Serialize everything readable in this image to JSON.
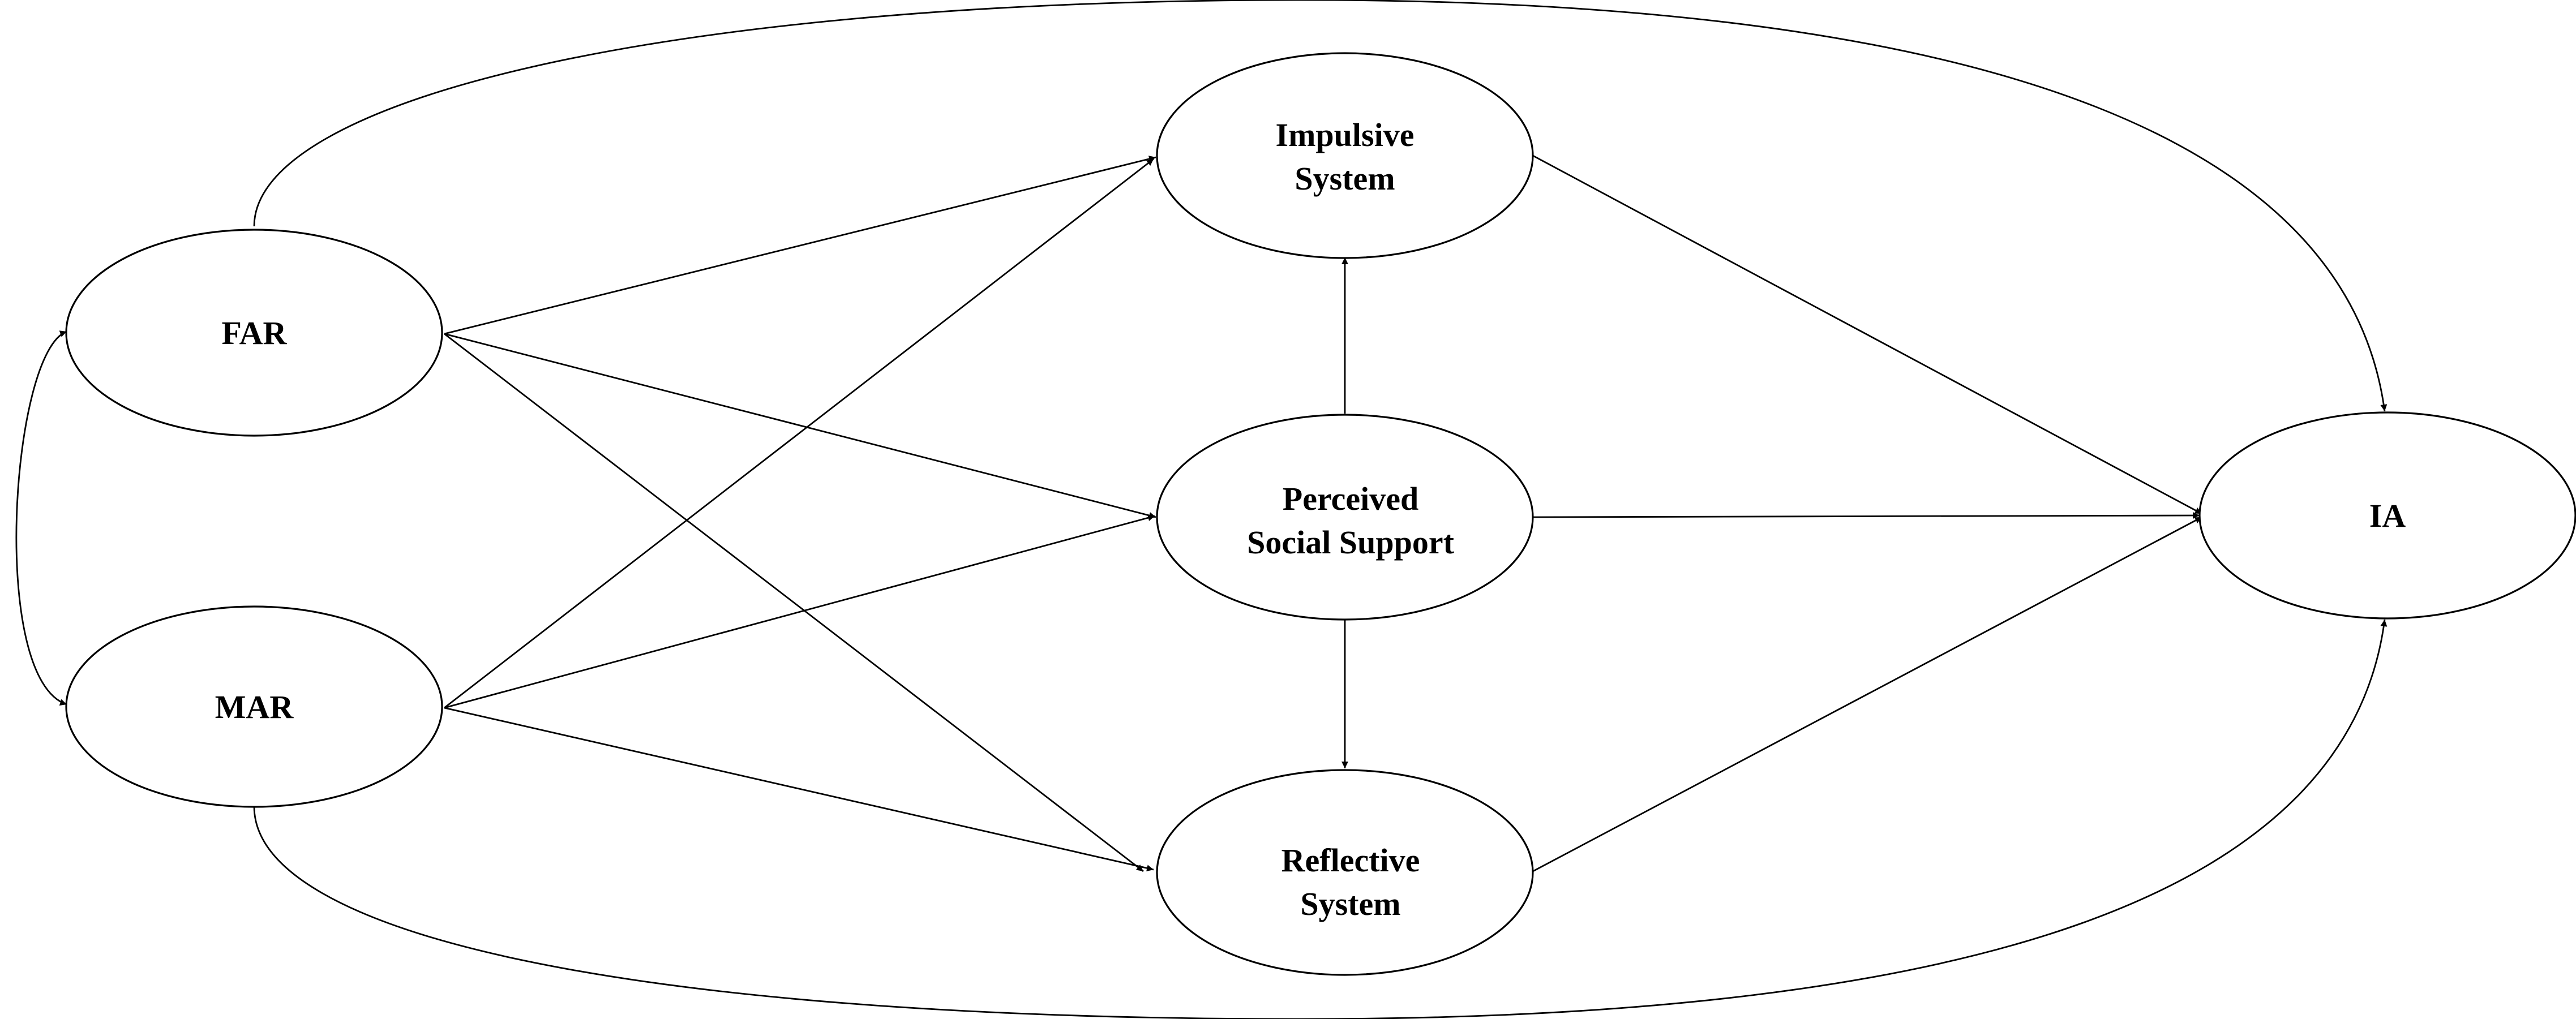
{
  "diagram": {
    "nodes": {
      "far": {
        "label": "FAR"
      },
      "mar": {
        "label": "MAR"
      },
      "impulsive": {
        "line1": "Impulsive",
        "line2": "System"
      },
      "social": {
        "line1": "Perceived",
        "line2": "Social Support"
      },
      "reflective": {
        "line1": "Reflective",
        "line2": "System"
      },
      "ia": {
        "label": "IA"
      }
    },
    "edges": [
      {
        "from": "FAR",
        "to": "Impulsive System"
      },
      {
        "from": "FAR",
        "to": "Perceived Social Support"
      },
      {
        "from": "FAR",
        "to": "Reflective System"
      },
      {
        "from": "FAR",
        "to": "IA"
      },
      {
        "from": "MAR",
        "to": "Impulsive System"
      },
      {
        "from": "MAR",
        "to": "Perceived Social Support"
      },
      {
        "from": "MAR",
        "to": "Reflective System"
      },
      {
        "from": "MAR",
        "to": "IA"
      },
      {
        "from": "Perceived Social Support",
        "to": "Impulsive System"
      },
      {
        "from": "Perceived Social Support",
        "to": "Reflective System"
      },
      {
        "from": "Perceived Social Support",
        "to": "IA"
      },
      {
        "from": "Impulsive System",
        "to": "IA"
      },
      {
        "from": "Reflective System",
        "to": "IA"
      },
      {
        "from": "FAR",
        "to": "MAR",
        "bidirectional": true
      }
    ]
  }
}
